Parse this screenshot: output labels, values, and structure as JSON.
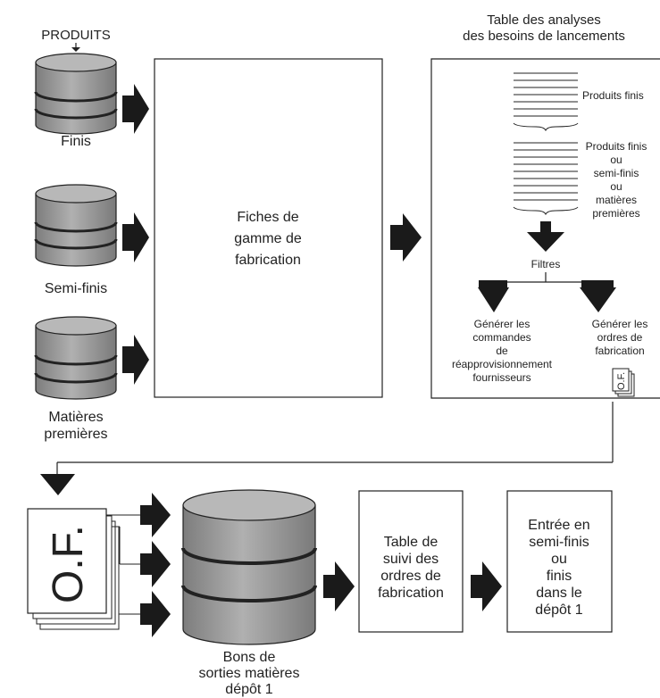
{
  "products_header": "PRODUITS",
  "databases": {
    "finis": "Finis",
    "semi_finis": "Semi-finis",
    "matieres_line1": "Matières",
    "matieres_line2": "premières"
  },
  "gamme_box": {
    "line1": "Fiches de",
    "line2": "gamme de",
    "line3": "fabrication"
  },
  "analysis_table": {
    "title_line1": "Table des analyses",
    "title_line2": "des besoins de lancements",
    "label_produits_finis": "Produits finis",
    "label2_line1": "Produits finis",
    "label2_line2": "ou",
    "label2_line3": "semi-finis",
    "label2_line4": "ou",
    "label2_line5": "matières",
    "label2_line6": "premières",
    "filtres": "Filtres",
    "left_line1": "Générer les",
    "left_line2": "commandes",
    "left_line3": "de",
    "left_line4": "réapprovisionnement",
    "left_line5": "fournisseurs",
    "right_line1": "Générer les",
    "right_line2": "ordres de",
    "right_line3": "fabrication",
    "of_small": "O.F."
  },
  "of_large": "O.F.",
  "bons": {
    "line1": "Bons de",
    "line2": "sorties matières",
    "line3": "dépôt 1"
  },
  "suivi_box": {
    "line1": "Table de",
    "line2": "suivi des",
    "line3": "ordres de",
    "line4": "fabrication"
  },
  "entree_box": {
    "line1": "Entrée en",
    "line2": "semi-finis",
    "line3": "ou",
    "line4": "finis",
    "line5": "dans le",
    "line6": "dépôt 1"
  },
  "colors": {
    "db_fill": "#9a9a9a",
    "db_top": "#b3b3b3",
    "arrow": "#1a1a1a",
    "stroke": "#222222"
  }
}
